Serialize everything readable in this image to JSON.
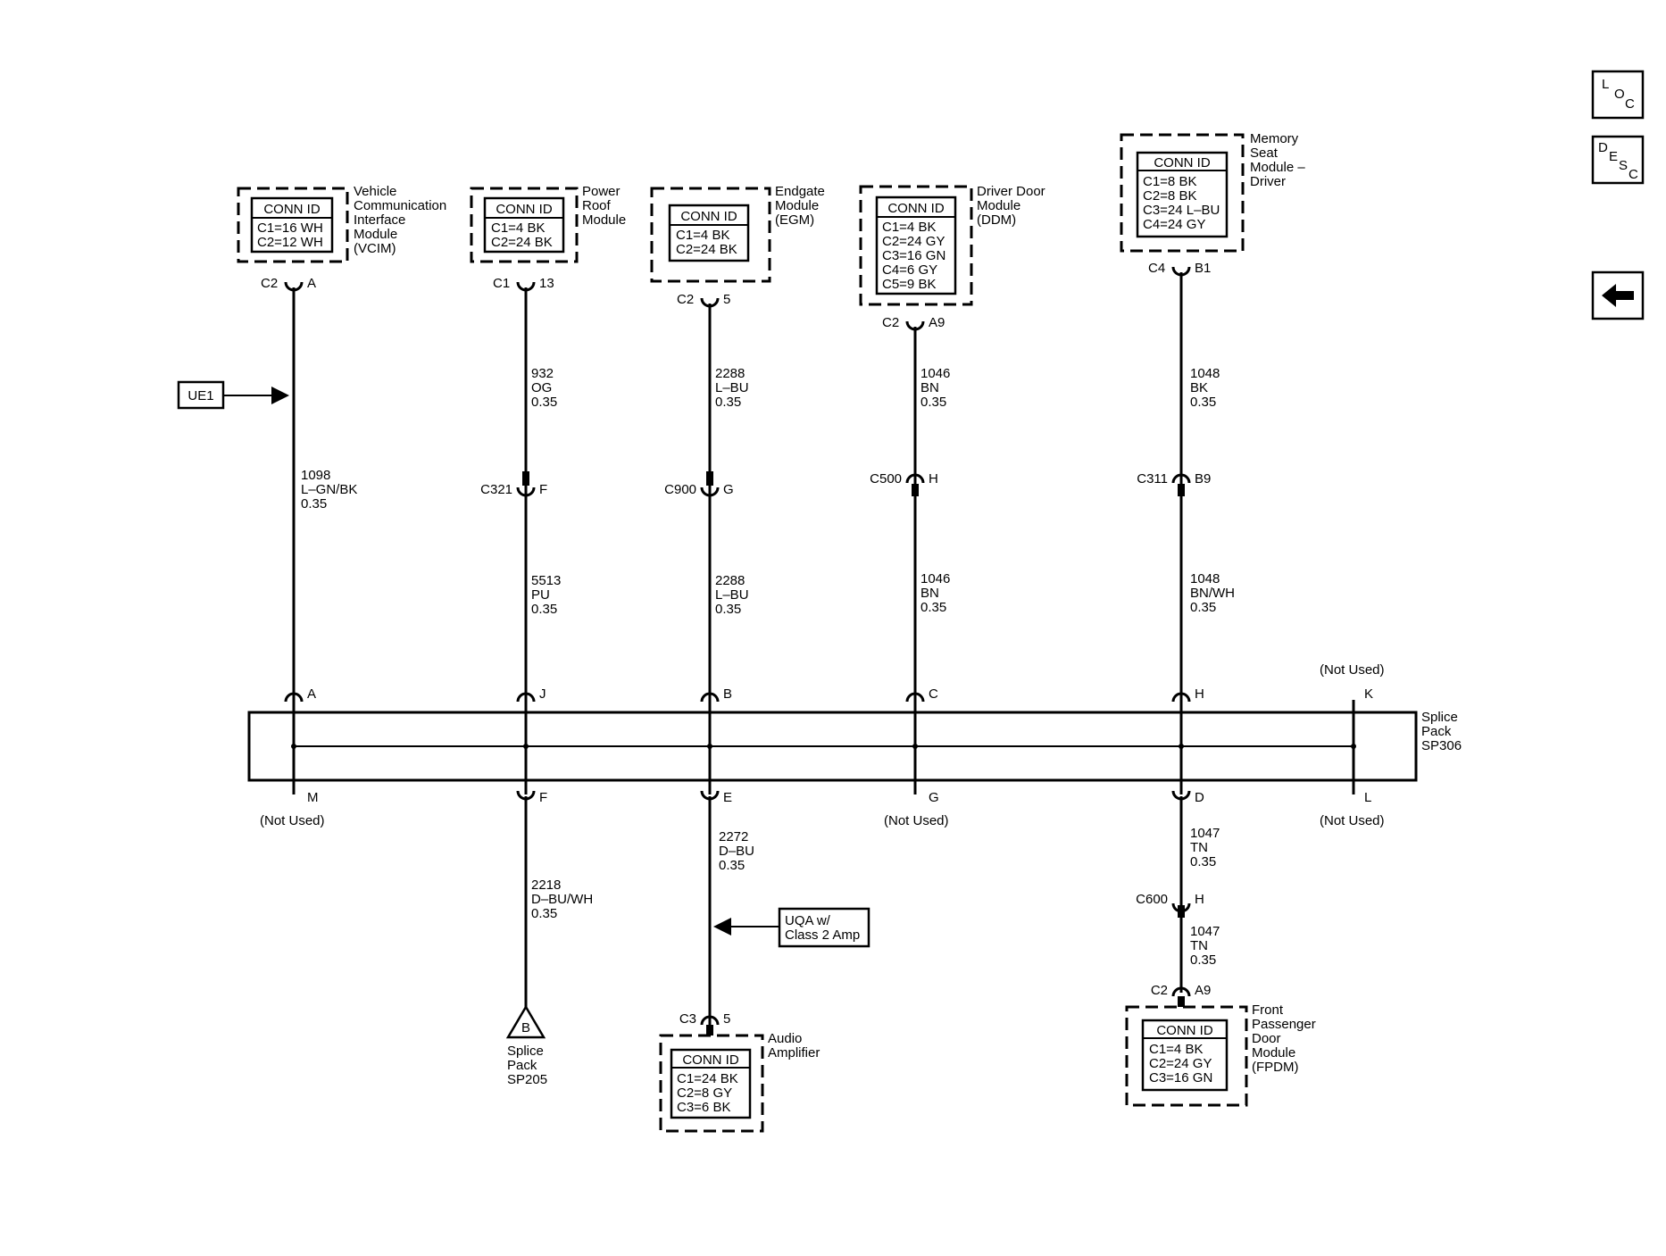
{
  "nav": {
    "loc": [
      "L",
      "O",
      "C"
    ],
    "desc": [
      "D",
      "E",
      "S",
      "C"
    ],
    "back_icon": "arrow-left-icon"
  },
  "conn_header": "CONN ID",
  "modules": {
    "vcim": {
      "name": [
        "Vehicle",
        "Communication",
        "Interface",
        "Module",
        "(VCIM)"
      ],
      "conn": [
        "C1=16 WH",
        "C2=12 WH"
      ]
    },
    "prm": {
      "name": [
        "Power",
        "Roof",
        "Module"
      ],
      "conn": [
        "C1=4 BK",
        "C2=24 BK"
      ]
    },
    "egm": {
      "name": [
        "Endgate",
        "Module",
        "(EGM)"
      ],
      "conn": [
        "C1=4 BK",
        "C2=24 BK"
      ]
    },
    "ddm": {
      "name": [
        "Driver Door",
        "Module",
        "(DDM)"
      ],
      "conn": [
        "C1=4 BK",
        "C2=24 GY",
        "C3=16 GN",
        "C4=6 GY",
        "C5=9 BK"
      ]
    },
    "msm": {
      "name": [
        "Memory",
        "Seat",
        "Module –",
        "Driver"
      ],
      "conn": [
        "C1=8 BK",
        "C2=8 BK",
        "C3=24 L–BU",
        "C4=24 GY"
      ]
    },
    "amp": {
      "name": [
        "Audio",
        "Amplifier"
      ],
      "conn": [
        "C1=24 BK",
        "C2=8 GY",
        "C3=6 BK"
      ]
    },
    "fpdm": {
      "name": [
        "Front",
        "Passenger",
        "Door",
        "Module",
        "(FPDM)"
      ],
      "conn": [
        "C1=4 BK",
        "C2=24 GY",
        "C3=16 GN"
      ]
    }
  },
  "top_pins": {
    "vcim": [
      "C2",
      "A"
    ],
    "prm": [
      "C1",
      "13"
    ],
    "egm": [
      "C2",
      "5"
    ],
    "ddm": [
      "C2",
      "A9"
    ],
    "msm": [
      "C4",
      "B1"
    ]
  },
  "wires_upper": {
    "vcim": [
      "1098",
      "L–GN/BK",
      "0.35"
    ],
    "prm": [
      "932",
      "OG",
      "0.35"
    ],
    "egm": [
      "2288",
      "L–BU",
      "0.35"
    ],
    "ddm": [
      "1046",
      "BN",
      "0.35"
    ],
    "msm": [
      "1048",
      "BK",
      "0.35"
    ]
  },
  "inline_connectors": {
    "prm": [
      "C321",
      "F"
    ],
    "egm": [
      "C900",
      "G"
    ],
    "ddm": [
      "C500",
      "H"
    ],
    "msm": [
      "C311",
      "B9"
    ]
  },
  "wires_mid": {
    "prm": [
      "5513",
      "PU",
      "0.35"
    ],
    "egm": [
      "2288",
      "L–BU",
      "0.35"
    ],
    "ddm": [
      "1046",
      "BN",
      "0.35"
    ],
    "msm": [
      "1048",
      "BN/WH",
      "0.35"
    ]
  },
  "ue1_label": "UE1",
  "splice_pack": {
    "name": [
      "Splice",
      "Pack",
      "SP306"
    ],
    "top_pins": [
      "A",
      "J",
      "B",
      "C",
      "H",
      "K"
    ],
    "bottom_pins": [
      "M",
      "F",
      "E",
      "G",
      "D",
      "L"
    ],
    "not_used": "(Not Used)"
  },
  "wires_lower": {
    "sp205": [
      "2218",
      "D–BU/WH",
      "0.35"
    ],
    "amp": [
      "2272",
      "D–BU",
      "0.35"
    ],
    "fpdm1": [
      "1047",
      "TN",
      "0.35"
    ],
    "fpdm2": [
      "1047",
      "TN",
      "0.35"
    ]
  },
  "uqa_label": [
    "UQA w/",
    "Class 2 Amp"
  ],
  "c600": [
    "C600",
    "H"
  ],
  "amp_pins": [
    "C3",
    "5"
  ],
  "fpdm_pins": [
    "C2",
    "A9"
  ],
  "sp205": {
    "letter": "B",
    "name": [
      "Splice",
      "Pack",
      "SP205"
    ]
  }
}
